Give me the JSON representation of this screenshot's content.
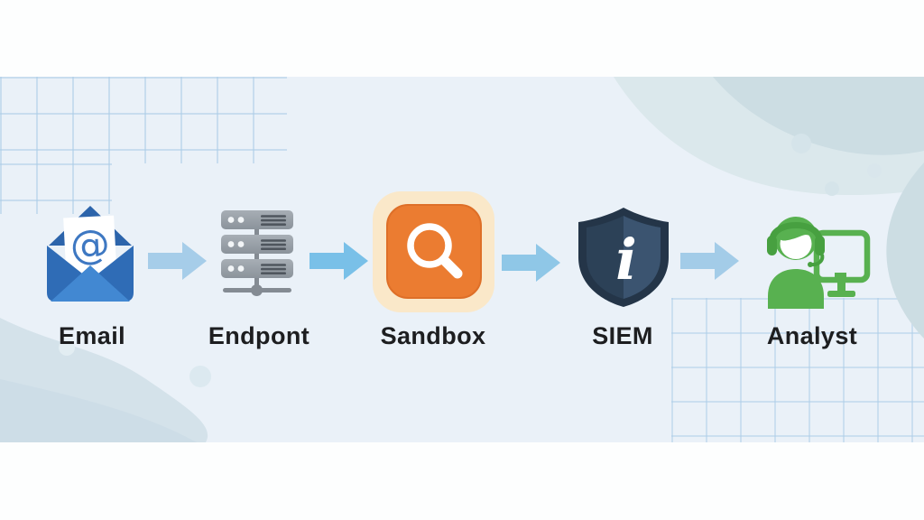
{
  "diagram": {
    "type": "flow",
    "flow_direction": "left-to-right",
    "nodes": [
      {
        "id": "email",
        "label": "Email",
        "icon": "email-envelope-icon",
        "glyph": "@",
        "icon_color": "#3b7cc8"
      },
      {
        "id": "endpoint",
        "label": "Endpont",
        "icon": "server-stack-icon",
        "icon_color": "#99a1a9"
      },
      {
        "id": "sandbox",
        "label": "Sandbox",
        "icon": "magnifier-icon",
        "icon_color": "#eb7c31"
      },
      {
        "id": "siem",
        "label": "SIEM",
        "icon": "shield-info-icon",
        "glyph": "i",
        "icon_color": "#2e4257"
      },
      {
        "id": "analyst",
        "label": "Analyst",
        "icon": "analyst-headset-icon",
        "icon_color": "#58b150"
      }
    ],
    "connections": [
      {
        "from": "Email",
        "to": "Endpont",
        "icon": "arrow-right-icon",
        "color": "#a6cde9"
      },
      {
        "from": "Endpont",
        "to": "Sandbox",
        "icon": "arrow-right-icon",
        "color": "#79c0e8"
      },
      {
        "from": "Sandbox",
        "to": "SIEM",
        "icon": "arrow-right-icon",
        "color": "#8fc7e7"
      },
      {
        "from": "SIEM",
        "to": "Analyst",
        "icon": "arrow-right-icon",
        "color": "#a3cce8"
      }
    ]
  },
  "colors": {
    "page_background": "#fdfefe",
    "band_background": "#eaf1f8",
    "grid_line": "#accde7",
    "label_text": "#1d1e20",
    "envelope_flap": "#2c64ab",
    "envelope_pocket_dark": "#2f6cb6",
    "envelope_pocket_light": "#4288d2",
    "at_glyph": "#3e78c2",
    "server_gray": "#9aa2aa",
    "server_slot": "#4f565e",
    "sandbox_outer": "#fae8c9",
    "sandbox_inner": "#eb7c31",
    "shield_outer": "#243548",
    "shield_inner": "#2c4157",
    "analyst_green": "#58b150",
    "wave_top_right": "#ccdde3",
    "wave_bottom_left": "#d3e2ea"
  }
}
